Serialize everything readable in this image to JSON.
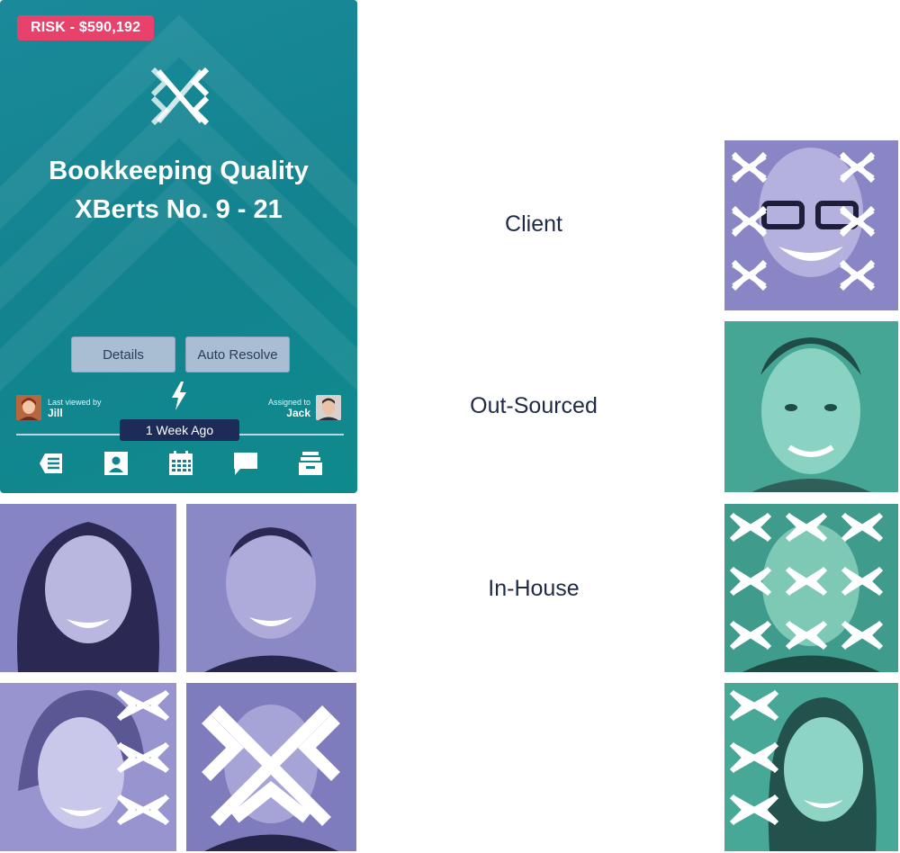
{
  "card": {
    "risk": "RISK - $590,192",
    "title_line1": "Bookkeeping Quality",
    "title_line2": "XBerts No. 9 - 21",
    "buttons": {
      "details": "Details",
      "auto_resolve": "Auto Resolve"
    },
    "last_viewed": {
      "label": "Last viewed by",
      "name": "Jill"
    },
    "assigned": {
      "label": "Assigned to",
      "name": "Jack"
    },
    "tooltip": "1 Week Ago",
    "toolbar_icons": [
      "notes-icon",
      "contact-card-icon",
      "calendar-icon",
      "chat-icon",
      "archive-icon"
    ]
  },
  "labels": {
    "client": "Client",
    "outsourced": "Out-Sourced",
    "inhouse": "In-House"
  },
  "colors": {
    "card_teal": "#12838f",
    "risk_red": "#e8426c",
    "tooltip_navy": "#1d2b58",
    "button_blue": "#a9bed2",
    "photo_purple": "#8480c0",
    "photo_teal": "#3ea393",
    "label_text": "#1f2b46"
  }
}
